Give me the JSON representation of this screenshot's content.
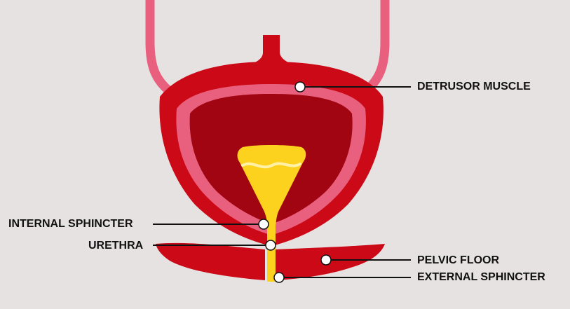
{
  "labels": {
    "detrusor_muscle": "DETRUSOR MUSCLE",
    "internal_sphincter": "INTERNAL SPHINCTER",
    "urethra": "URETHRA",
    "pelvic_floor": "PELVIC FLOOR",
    "external_sphincter": "EXTERNAL SPHINCTER"
  },
  "colors": {
    "background": "#e6e2e2",
    "muscle": "#cc0a17",
    "lining": "#e8607e",
    "interior": "#a10512",
    "urine": "#fcd21e",
    "urine_wave": "#fff1a8",
    "leader_line": "#111111"
  }
}
